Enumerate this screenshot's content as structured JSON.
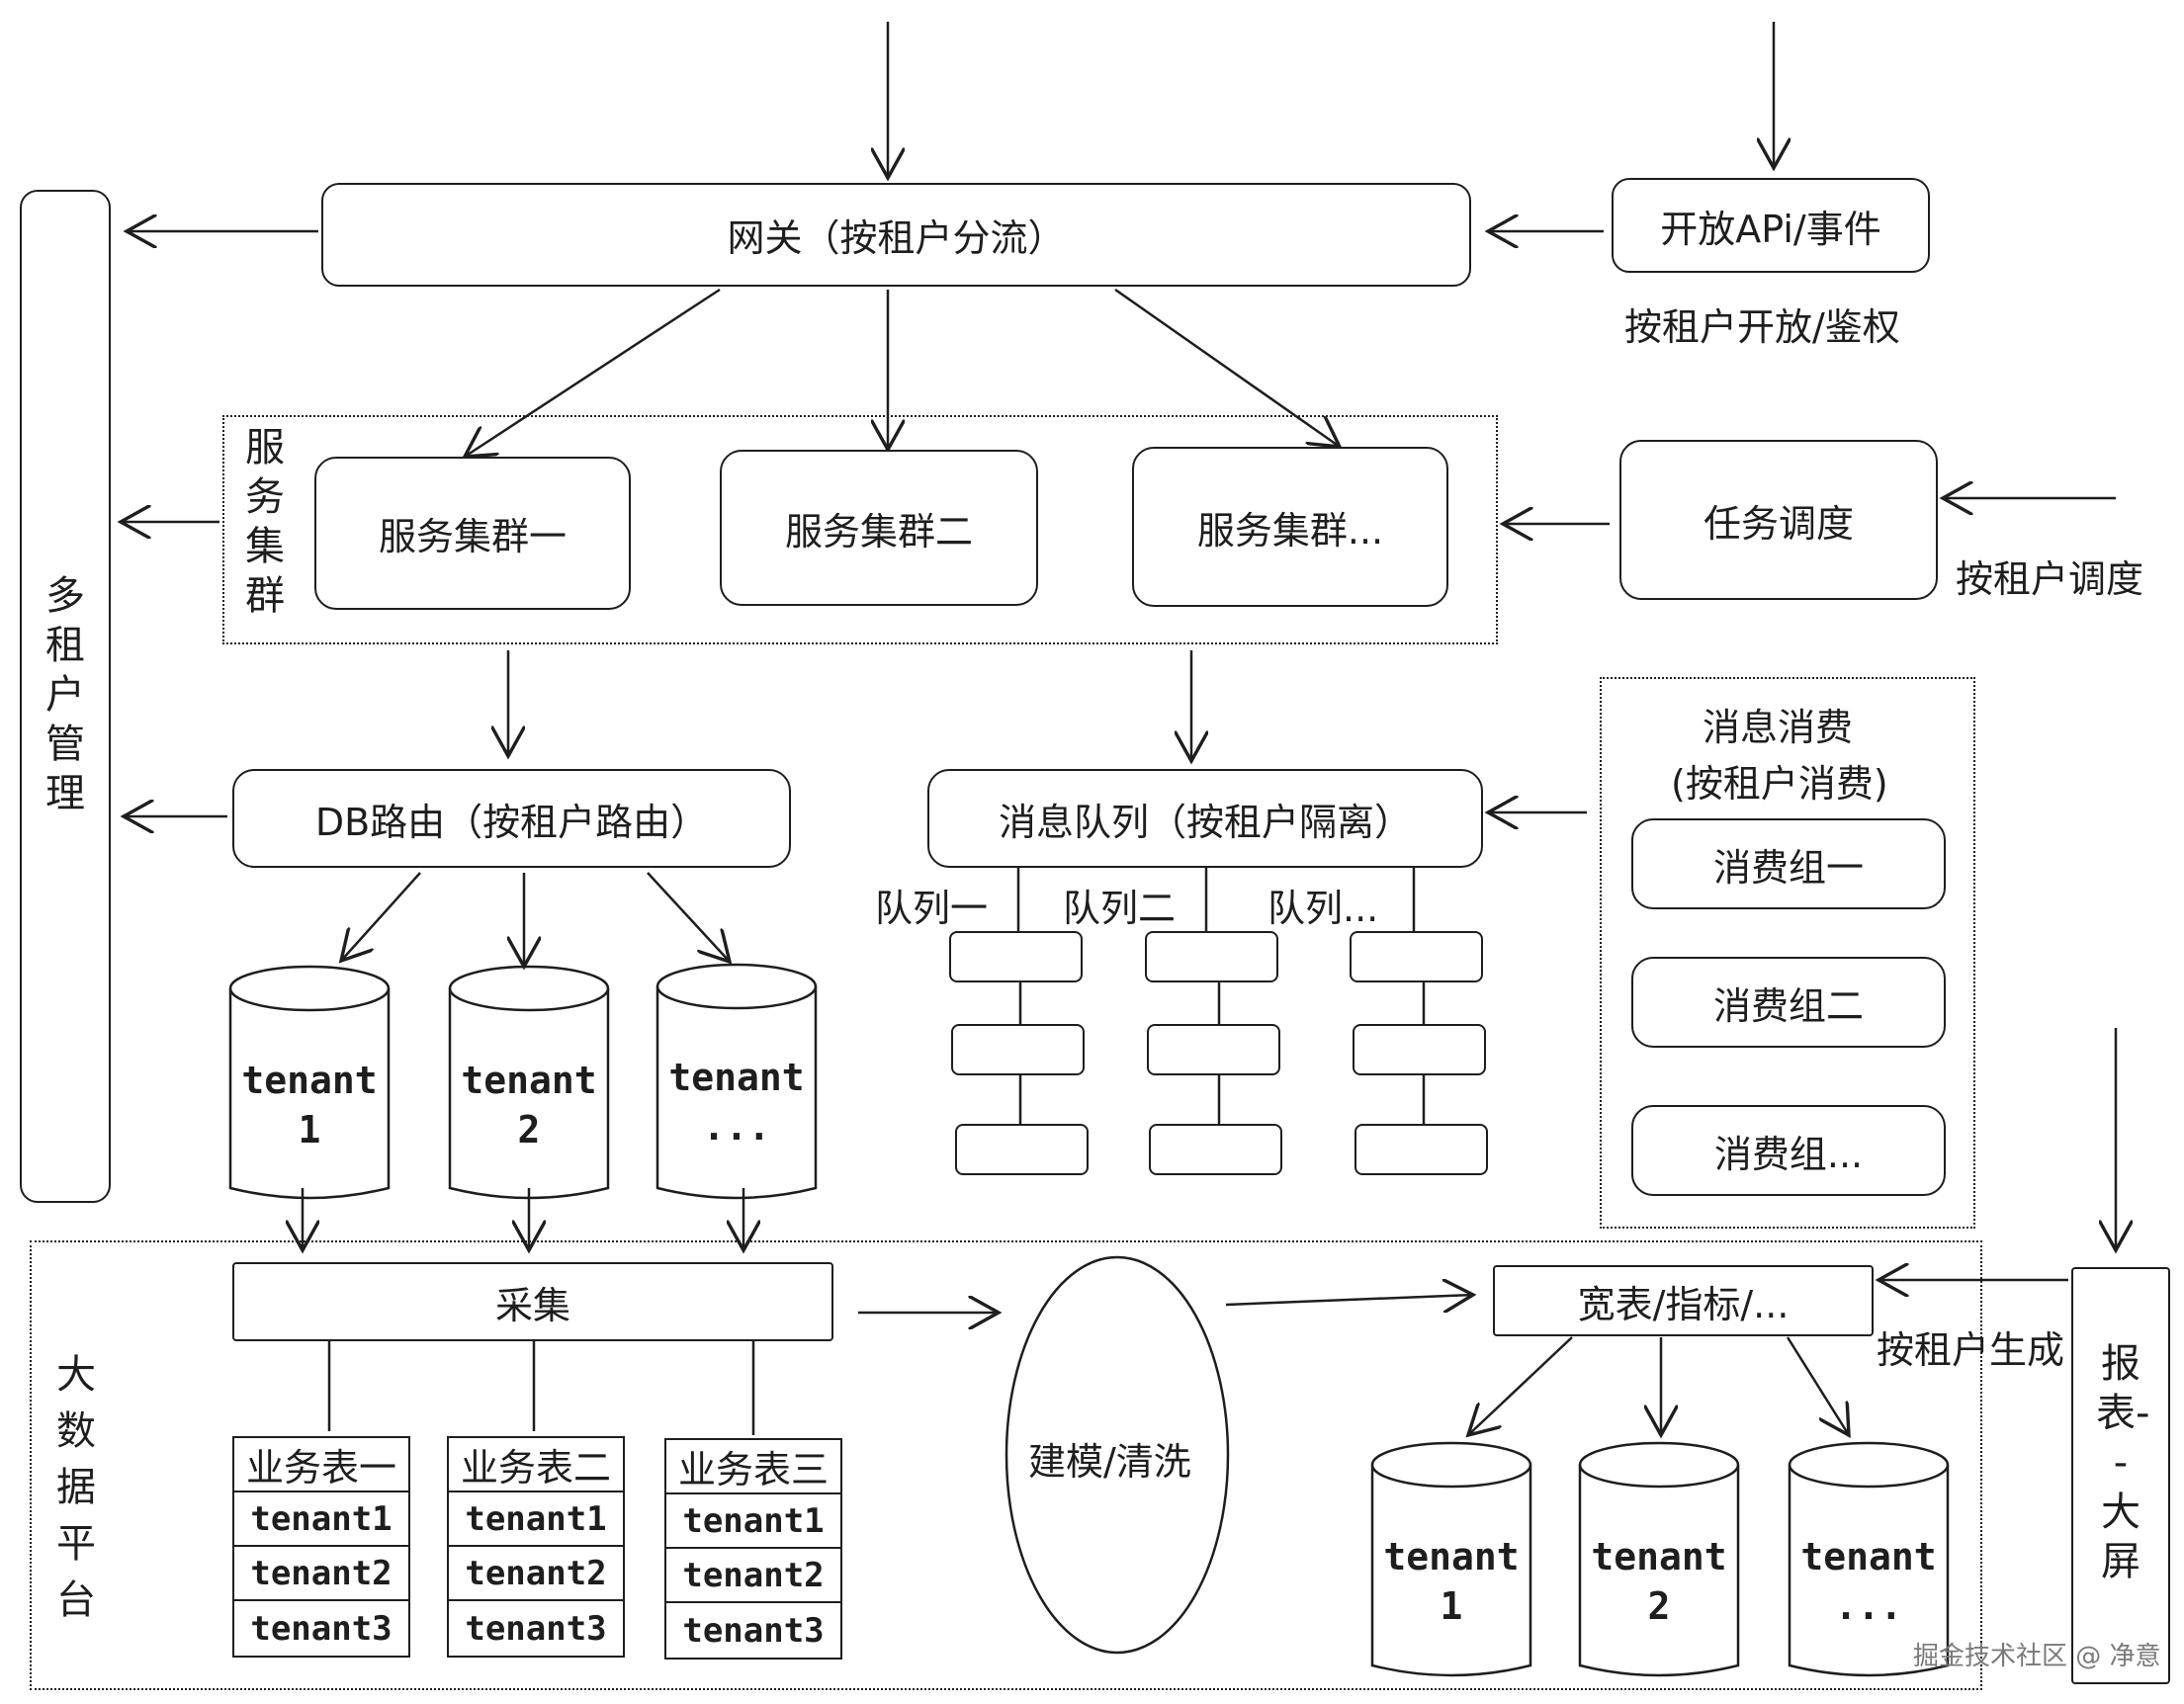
{
  "gateway": {
    "label": "网关（按租户分流）"
  },
  "open_api": {
    "label": "开放APi/事件",
    "caption": "按租户开放/鉴权"
  },
  "multi_tenant": {
    "label": "多租户管理"
  },
  "service_group": {
    "label": "服务集群",
    "clusters": [
      "服务集群一",
      "服务集群二",
      "服务集群..."
    ]
  },
  "task": {
    "label": "任务调度",
    "caption": "按租户调度"
  },
  "db_router": {
    "label": "DB路由（按租户路由）"
  },
  "mq": {
    "label": "消息队列（按租户隔离）",
    "queues": [
      "队列一",
      "队列二",
      "队列..."
    ]
  },
  "consume": {
    "title": "消息消费",
    "subtitle": "(按租户消费)",
    "groups": [
      "消费组一",
      "消费组二",
      "消费组..."
    ]
  },
  "tenant_dbs": [
    "tenant\n1",
    "tenant\n2",
    "tenant\n..."
  ],
  "bigdata": {
    "label": "大数据平台",
    "collect": "采集",
    "modeling": "建模/清洗",
    "wide": "宽表/指标/...",
    "wide_caption": "按租户生成",
    "tables": [
      {
        "title": "业务表一",
        "rows": [
          "tenant1",
          "tenant2",
          "tenant3"
        ]
      },
      {
        "title": "业务表二",
        "rows": [
          "tenant1",
          "tenant2",
          "tenant3"
        ]
      },
      {
        "title": "业务表三",
        "rows": [
          "tenant1",
          "tenant2",
          "tenant3"
        ]
      }
    ],
    "out_dbs": [
      "tenant\n1",
      "tenant\n2",
      "tenant\n..."
    ]
  },
  "report": {
    "label": "报表--大屏"
  },
  "watermark": "掘金技术社区 @ 净意"
}
